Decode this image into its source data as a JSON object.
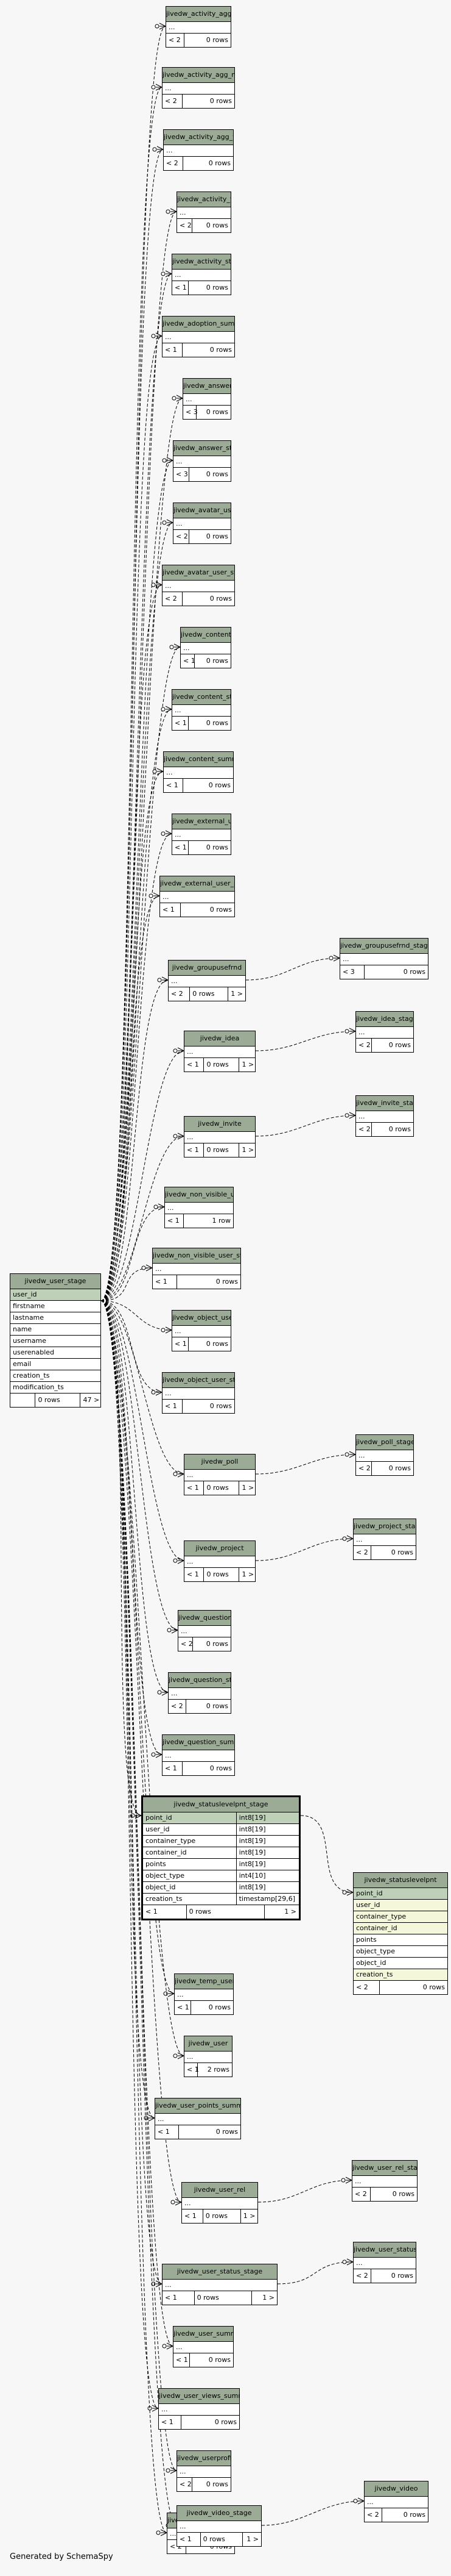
{
  "footer": "Generated by SchemaSpy",
  "dots": "...",
  "lt": "< 1",
  "tables": [
    {
      "id": "activity_agg_day",
      "name": "jivedw_activity_agg_day",
      "lt": "< 2",
      "rows": "0 rows"
    },
    {
      "id": "activity_agg_month",
      "name": "jivedw_activity_agg_month",
      "lt": "< 2",
      "rows": "0 rows"
    },
    {
      "id": "activity_agg_week",
      "name": "jivedw_activity_agg_week",
      "lt": "< 2",
      "rows": "0 rows"
    },
    {
      "id": "activity_fact",
      "name": "jivedw_activity_fact",
      "lt": "< 2",
      "rows": "0 rows"
    },
    {
      "id": "activity_stage",
      "name": "jivedw_activity_stage",
      "lt": "< 1",
      "rows": "0 rows"
    },
    {
      "id": "adoption_summary",
      "name": "jivedw_adoption_summary",
      "lt": "< 1",
      "rows": "0 rows"
    },
    {
      "id": "answer",
      "name": "jivedw_answer",
      "lt": "< 3",
      "rows": "0 rows"
    },
    {
      "id": "answer_stage",
      "name": "jivedw_answer_stage",
      "lt": "< 3",
      "rows": "0 rows"
    },
    {
      "id": "avatar_user",
      "name": "jivedw_avatar_user",
      "lt": "< 2",
      "rows": "0 rows"
    },
    {
      "id": "avatar_user_stage",
      "name": "jivedw_avatar_user_stage",
      "lt": "< 2",
      "rows": "0 rows"
    },
    {
      "id": "content",
      "name": "jivedw_content",
      "lt": "< 1",
      "rows": "0 rows"
    },
    {
      "id": "content_stage",
      "name": "jivedw_content_stage",
      "lt": "< 1",
      "rows": "0 rows"
    },
    {
      "id": "content_summary",
      "name": "jivedw_content_summary",
      "lt": "< 1",
      "rows": "0 rows"
    },
    {
      "id": "external_user",
      "name": "jivedw_external_user",
      "lt": "< 1",
      "rows": "0 rows"
    },
    {
      "id": "external_user_stage",
      "name": "jivedw_external_user_stage",
      "lt": "< 1",
      "rows": "0 rows"
    },
    {
      "id": "groupusefrnd",
      "name": "jivedw_groupusefrnd",
      "lt": "< 2",
      "rows": "0 rows",
      "children": "1 >"
    },
    {
      "id": "groupusefrnd_stage",
      "name": "jivedw_groupusefrnd_stage",
      "lt": "< 3",
      "rows": "0 rows"
    },
    {
      "id": "idea",
      "name": "jivedw_idea",
      "lt": "< 1",
      "rows": "0 rows",
      "children": "1 >"
    },
    {
      "id": "idea_stage",
      "name": "jivedw_idea_stage",
      "lt": "< 2",
      "rows": "0 rows"
    },
    {
      "id": "invite",
      "name": "jivedw_invite",
      "lt": "< 1",
      "rows": "0 rows",
      "children": "1 >"
    },
    {
      "id": "invite_stage",
      "name": "jivedw_invite_stage",
      "lt": "< 2",
      "rows": "0 rows"
    },
    {
      "id": "non_visible_user",
      "name": "jivedw_non_visible_user",
      "lt": "< 1",
      "rows": "1 row"
    },
    {
      "id": "non_visible_user_stage",
      "name": "jivedw_non_visible_user_stage",
      "lt": "< 1",
      "rows": "0 rows"
    },
    {
      "id": "object_user",
      "name": "jivedw_object_user",
      "lt": "< 1",
      "rows": "0 rows"
    },
    {
      "id": "object_user_stage",
      "name": "jivedw_object_user_stage",
      "lt": "< 1",
      "rows": "0 rows"
    },
    {
      "id": "poll",
      "name": "jivedw_poll",
      "lt": "< 1",
      "rows": "0 rows",
      "children": "1 >"
    },
    {
      "id": "poll_stage",
      "name": "jivedw_poll_stage",
      "lt": "< 2",
      "rows": "0 rows"
    },
    {
      "id": "project",
      "name": "jivedw_project",
      "lt": "< 1",
      "rows": "0 rows",
      "children": "1 >"
    },
    {
      "id": "project_stage",
      "name": "jivedw_project_stage",
      "lt": "< 2",
      "rows": "0 rows"
    },
    {
      "id": "question",
      "name": "jivedw_question",
      "lt": "< 2",
      "rows": "0 rows"
    },
    {
      "id": "question_stage",
      "name": "jivedw_question_stage",
      "lt": "< 2",
      "rows": "0 rows"
    },
    {
      "id": "question_summary",
      "name": "jivedw_question_summary",
      "lt": "< 1",
      "rows": "0 rows"
    },
    {
      "id": "temp_user",
      "name": "jivedw_temp_user",
      "lt": "< 1",
      "rows": "0 rows"
    },
    {
      "id": "user",
      "name": "jivedw_user",
      "lt": "< 1",
      "rows": "2 rows"
    },
    {
      "id": "user_points_summary",
      "name": "jivedw_user_points_summary",
      "lt": "< 1",
      "rows": "0 rows"
    },
    {
      "id": "user_rel",
      "name": "jivedw_user_rel",
      "lt": "< 1",
      "rows": "0 rows",
      "children": "1 >"
    },
    {
      "id": "user_rel_stage",
      "name": "jivedw_user_rel_stage",
      "lt": "< 2",
      "rows": "0 rows"
    },
    {
      "id": "user_status",
      "name": "jivedw_user_status",
      "lt": "< 2",
      "rows": "0 rows"
    },
    {
      "id": "user_status_stage",
      "name": "jivedw_user_status_stage",
      "lt": "< 1",
      "rows": "0 rows",
      "children": "1 >"
    },
    {
      "id": "user_summary",
      "name": "jivedw_user_summary",
      "lt": "< 1",
      "rows": "0 rows"
    },
    {
      "id": "user_views_summary",
      "name": "jivedw_user_views_summary",
      "lt": "< 1",
      "rows": "0 rows"
    },
    {
      "id": "userprofile",
      "name": "jivedw_userprofile",
      "lt": "< 2",
      "rows": "0 rows"
    },
    {
      "id": "userprofile_stage",
      "name": "jivedw_userprofile_stage",
      "lt": "< 2",
      "rows": "0 rows"
    },
    {
      "id": "video",
      "name": "jivedw_video",
      "lt": "< 2",
      "rows": "0 rows"
    },
    {
      "id": "video_stage",
      "name": "jivedw_video_stage",
      "lt": "< 1",
      "rows": "0 rows",
      "children": "1 >"
    }
  ],
  "user_stage": {
    "name": "jivedw_user_stage",
    "columns": [
      "user_id",
      "firstname",
      "lastname",
      "name",
      "username",
      "userenabled",
      "email",
      "creation_ts",
      "modification_ts"
    ],
    "rows": "0 rows",
    "children": "47 >"
  },
  "statuslevelpnt_stage": {
    "name": "jivedw_statuslevelpnt_stage",
    "columns": [
      {
        "name": "point_id",
        "type": "int8[19]"
      },
      {
        "name": "user_id",
        "type": "int8[19]"
      },
      {
        "name": "container_type",
        "type": "int8[19]"
      },
      {
        "name": "container_id",
        "type": "int8[19]"
      },
      {
        "name": "points",
        "type": "int8[19]"
      },
      {
        "name": "object_type",
        "type": "int4[10]"
      },
      {
        "name": "object_id",
        "type": "int8[19]"
      },
      {
        "name": "creation_ts",
        "type": "timestamp[29,6]"
      }
    ],
    "lt": "< 1",
    "rows": "0 rows",
    "children": "1 >"
  },
  "statuslevelpnt": {
    "name": "jivedw_statuslevelpnt",
    "columns": [
      "point_id",
      "user_id",
      "container_type",
      "container_id",
      "points",
      "object_type",
      "object_id",
      "creation_ts"
    ],
    "lt": "< 2",
    "rows": "0 rows"
  }
}
